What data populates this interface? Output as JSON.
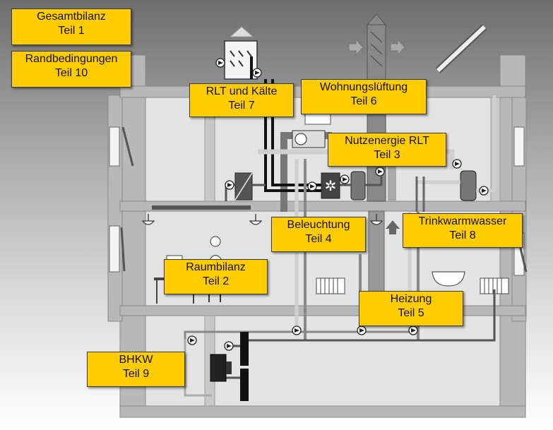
{
  "labels": {
    "gesamtbilanz": {
      "title": "Gesamtbilanz",
      "part": "Teil 1"
    },
    "randbedingungen": {
      "title": "Randbedingungen",
      "part": "Teil 10"
    },
    "rlt_kaelte": {
      "title": "RLT und Kälte",
      "part": "Teil 7"
    },
    "wohnungslueftung": {
      "title": "Wohnungslüftung",
      "part": "Teil 6"
    },
    "nutzenergie_rlt": {
      "title": "Nutzenergie RLT",
      "part": "Teil 3"
    },
    "beleuchtung": {
      "title": "Beleuchtung",
      "part": "Teil 4"
    },
    "trinkwarmwasser": {
      "title": "Trinkwarmwasser",
      "part": "Teil 8"
    },
    "raumbilanz": {
      "title": "Raumbilanz",
      "part": "Teil 2"
    },
    "heizung": {
      "title": "Heizung",
      "part": "Teil 5"
    },
    "bhkw": {
      "title": "BHKW",
      "part": "Teil 9"
    }
  },
  "colors": {
    "label_fill": "#ffcc00",
    "wall": "#b8b8b8",
    "interior": "#e3e3e3",
    "pipe_dark": "#4a4a4a",
    "pipe_light": "#d6d6d6",
    "pipe_black": "#111111"
  }
}
